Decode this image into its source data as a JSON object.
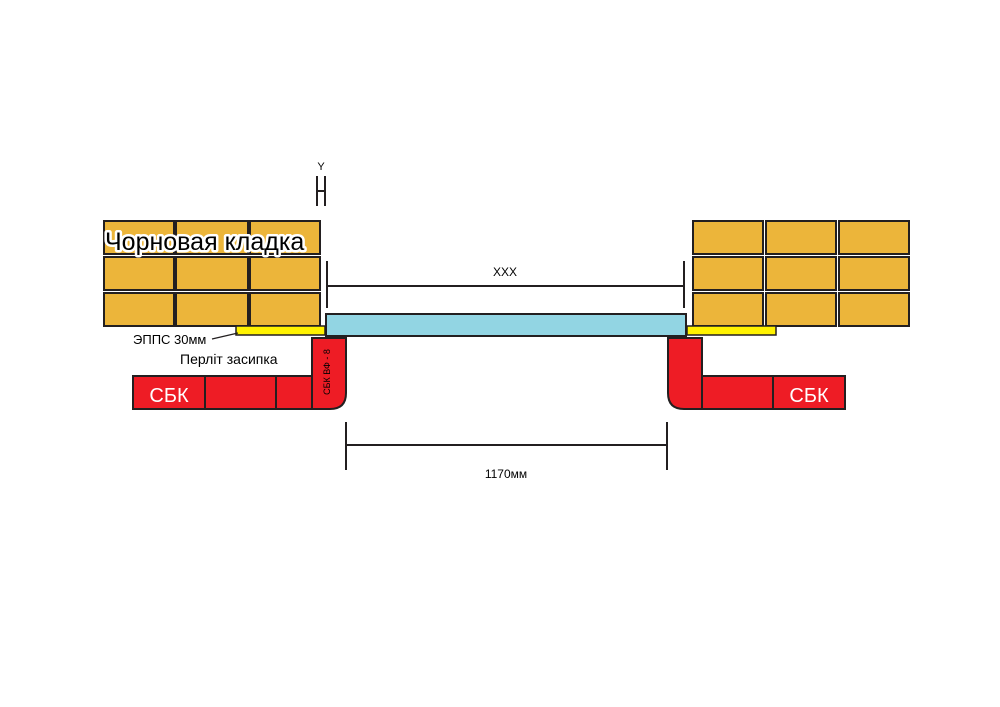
{
  "labels": {
    "rough_masonry": "Чорновая кладка",
    "epps": "ЭППС 30мм",
    "perlite": "Перліт засипка",
    "sbk_left": "СБК",
    "sbk_right": "СБК",
    "sbk_vf": "СБК ВФ - 8",
    "opening": "XXX",
    "width": "1170мм",
    "y_mark": "Y"
  },
  "colors": {
    "brick_yellow": "#ECB53A",
    "sbk_red": "#EE1C25",
    "insulation": "#FFF200",
    "glass": "#92D5E3",
    "outline": "#231F20"
  }
}
